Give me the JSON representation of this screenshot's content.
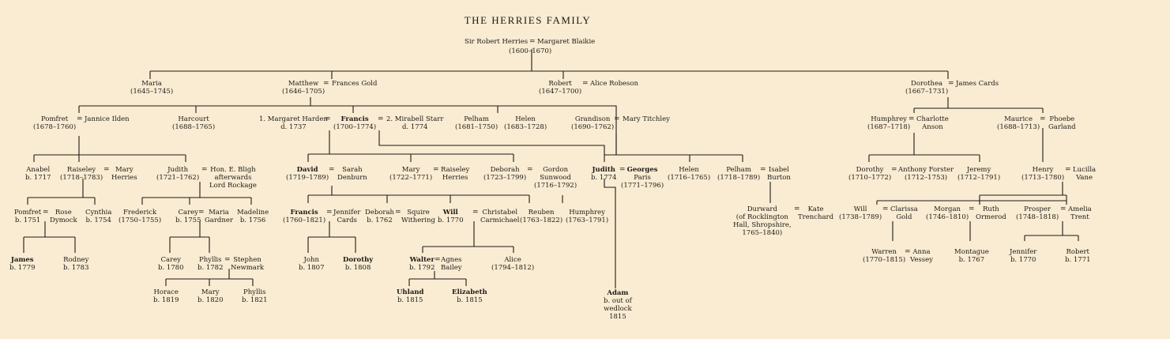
{
  "title": "THE HERRIES FAMILY",
  "persons": {
    "robert_sr": [
      "Sir Robert Herries",
      ""
    ],
    "margaret_b": [
      "Margaret Blaikie",
      ""
    ],
    "gen1_dates": [
      "(1600–1670)"
    ],
    "maria": [
      "Maria",
      "(1645–1745)"
    ],
    "matthew": [
      "Matthew",
      "(1646–1705)"
    ],
    "frances_gold": [
      "Frances Gold"
    ],
    "robert": [
      "Robert",
      "(1647–1700)"
    ],
    "alice_robeson": [
      "Alice Robeson"
    ],
    "dorothea": [
      "Dorothea",
      "(1667–1731)"
    ],
    "james_cards": [
      "James Cards"
    ],
    "pomfret": [
      "Pomfret",
      "(1678–1760)"
    ],
    "jannice": [
      "Jannice Ilden"
    ],
    "harcourt": [
      "Harcourt",
      "(1688–1765)"
    ],
    "m_harden": [
      "1. Margaret Harden",
      "d. 1737"
    ],
    "francis": [
      "Francis",
      "(1700–1774)"
    ],
    "m_starr": [
      "2. Mirabell Starr",
      "d. 1774"
    ],
    "pelham": [
      "Pelham",
      "(1681–1750)"
    ],
    "helen1": [
      "Helen",
      "(1683–1728)"
    ],
    "grandison": [
      "Grandison",
      "(1690–1762)"
    ],
    "mary_titchley": [
      "Mary Titchley"
    ],
    "humphrey": [
      "Humphrey",
      "(1687–1718)"
    ],
    "charlotte": [
      "Charlotte",
      "Anson"
    ],
    "maurice": [
      "Maurice",
      "(1688–1713)"
    ],
    "phoebe": [
      "Phoebe",
      "Garland"
    ],
    "anabel": [
      "Anabel",
      "b. 1717"
    ],
    "raiseley": [
      "Raiseley",
      "(1718–1783)"
    ],
    "mary_h": [
      "Mary",
      "Herries"
    ],
    "judith1": [
      "Judith",
      "(1721–1762)"
    ],
    "bligh": [
      "Hon. E. Bligh",
      "afterwards",
      "Lord Rockage"
    ],
    "david": [
      "David",
      "(1719–1789)"
    ],
    "sarah": [
      "Sarah",
      "Denburn"
    ],
    "mary2": [
      "Mary",
      "(1722–1771)"
    ],
    "raiseley_h": [
      "Raiseley",
      "Herries"
    ],
    "deborah": [
      "Deborah",
      "(1723–1799)"
    ],
    "gordon": [
      "Gordon",
      "Sunwood",
      "(1716–1792)"
    ],
    "judith2": [
      "Judith",
      "b. 1774"
    ],
    "georges": [
      "Georges",
      "Paris",
      "(1771–1796)"
    ],
    "helen2": [
      "Helen",
      "(1716–1765)"
    ],
    "pelham2": [
      "Pelham",
      "(1718–1789)"
    ],
    "isabel": [
      "Isabel",
      "Burton"
    ],
    "dorothy1": [
      "Dorothy",
      "(1710–1772)"
    ],
    "anthony": [
      "Anthony Forster",
      "(1712–1753)"
    ],
    "jeremy": [
      "Jeremy",
      "(1712–1791)"
    ],
    "henry": [
      "Henry",
      "(1713–1780)"
    ],
    "lucilla": [
      "Lucilla",
      "Vane"
    ],
    "pomfret2": [
      "Pomfret",
      "b. 1751"
    ],
    "rose": [
      "Rose",
      "Dymock"
    ],
    "cynthia": [
      "Cynthia",
      "b. 1754"
    ],
    "frederick": [
      "Frederick",
      "(1750–1755)"
    ],
    "carey1": [
      "Carey",
      "b. 1755"
    ],
    "maria_g": [
      "Maria",
      "Gardner"
    ],
    "madeline": [
      "Madeline",
      "b. 1756"
    ],
    "francis2": [
      "Francis",
      "(1760–1821)"
    ],
    "jennifer_c": [
      "Jennifer",
      "Cards"
    ],
    "deborah2": [
      "Deborah",
      "b. 1762"
    ],
    "squire": [
      "Squire",
      "Withering"
    ],
    "will1": [
      "Will",
      "b. 1770"
    ],
    "christabel": [
      "Christabel",
      "Carmichael"
    ],
    "reuben": [
      "Reuben",
      "(1763–1822)"
    ],
    "humphrey2": [
      "Humphrey",
      "(1763–1791)"
    ],
    "durward": [
      "Durward",
      "(of Rocklington",
      "Hall, Shropshire,",
      "1765–1840)"
    ],
    "kate": [
      "Kate",
      "Trenchard"
    ],
    "will2": [
      "Will",
      "(1738–1789)"
    ],
    "clarissa": [
      "Clarissa",
      "Gold"
    ],
    "morgan": [
      "Morgan",
      "(1746–1810)"
    ],
    "ruth": [
      "Ruth",
      "Ormerod"
    ],
    "prosper": [
      "Prosper",
      "(1748–1818)"
    ],
    "amelia": [
      "Amelia",
      "Trent"
    ],
    "james": [
      "James",
      "b. 1779"
    ],
    "rodney": [
      "Rodney",
      "b. 1783"
    ],
    "carey2": [
      "Carey",
      "b. 1780"
    ],
    "phyllis1": [
      "Phyllis",
      "b. 1782"
    ],
    "stephen": [
      "Stephen",
      "Newmark"
    ],
    "john": [
      "John",
      "b. 1807"
    ],
    "dorothy2": [
      "Dorothy",
      "b. 1808"
    ],
    "walter": [
      "Walter",
      "b. 1792"
    ],
    "agnes": [
      "Agnes",
      "Bailey"
    ],
    "alice2": [
      "Alice",
      "(1794–1812)"
    ],
    "warren": [
      "Warren",
      "(1770–1815)"
    ],
    "anna": [
      "Anna",
      "Vessey"
    ],
    "montague": [
      "Montague",
      "b. 1767"
    ],
    "jennifer2": [
      "Jennifer",
      "b. 1770"
    ],
    "robert3": [
      "Robert",
      "b. 1771"
    ],
    "horace": [
      "Horace",
      "b. 1819"
    ],
    "mary3": [
      "Mary",
      "b. 1820"
    ],
    "phyllis2": [
      "Phyllis",
      "b. 1821"
    ],
    "uhland": [
      "Uhland",
      "b. 1815"
    ],
    "elizabeth": [
      "Elizabeth",
      "b. 1815"
    ],
    "adam": [
      "Adam",
      "b. out of",
      "wedlock",
      "1815"
    ]
  }
}
